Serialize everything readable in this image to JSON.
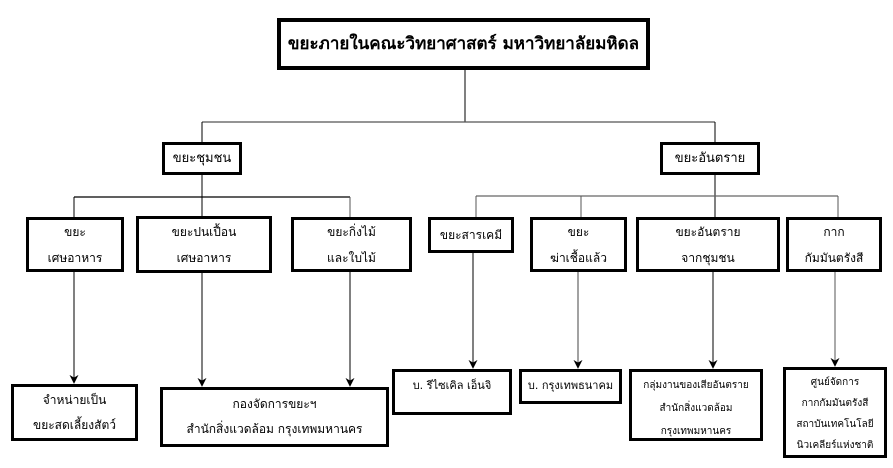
{
  "root": {
    "label": "ขยะภายในคณะวิทยาศาสตร์  มหาวิทยาลัยมหิดล"
  },
  "categories": [
    {
      "label": "ขยะชุมชน"
    },
    {
      "label": "ขยะอันตราย"
    }
  ],
  "waste_types": [
    {
      "lines": [
        "ขยะ",
        "เศษอาหาร"
      ]
    },
    {
      "lines": [
        "ขยะปนเปื้อน",
        "เศษอาหาร"
      ]
    },
    {
      "lines": [
        "ขยะกิ่งไม้",
        "และใบไม้"
      ]
    },
    {
      "lines": [
        "ขยะสารเคมี"
      ]
    },
    {
      "lines": [
        "ขยะ",
        "ฆ่าเชื้อแล้ว"
      ]
    },
    {
      "lines": [
        "ขยะอันตราย",
        "จากชุมชน"
      ]
    },
    {
      "lines": [
        "กาก",
        "กัมมันตรังสี"
      ]
    }
  ],
  "destinations": [
    {
      "lines": [
        "จำหน่ายเป็น",
        "ขยะสดเลี้ยงสัตว์"
      ]
    },
    {
      "lines": [
        "กองจัดการขยะฯ",
        "สำนักสิ่งแวดล้อม  กรุงเทพมหานคร"
      ]
    },
    {
      "lines": [
        "บ. รีไซเคิล เอ็นจิ"
      ]
    },
    {
      "lines": [
        "บ. กรุงเทพธนาคม"
      ]
    },
    {
      "lines": [
        "กลุ่มงานของเสียอันตราย",
        "สำนักสิ่งแวดล้อม",
        "กรุงเทพมหานคร"
      ]
    },
    {
      "lines": [
        "ศูนย์จัดการ",
        "กากกัมมันตรังสี",
        "สถาบันเทคโนโลยี",
        "นิวเคลียร์แห่งชาติ"
      ]
    }
  ]
}
